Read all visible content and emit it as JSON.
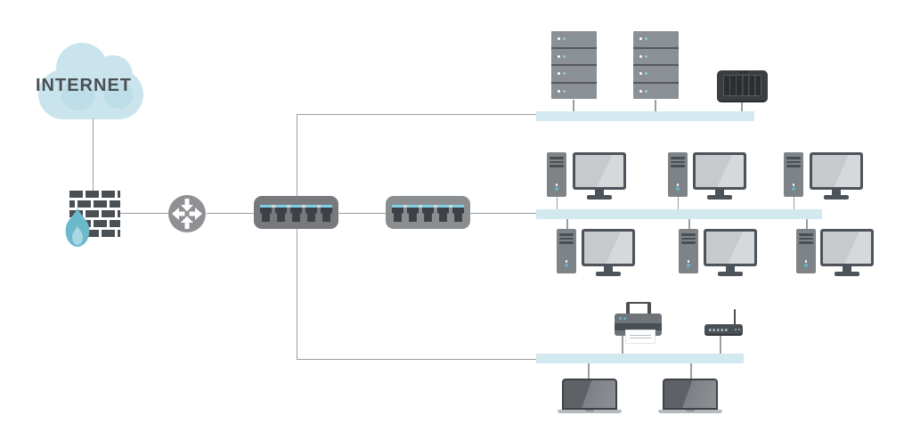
{
  "labels": {
    "internet": "INTERNET"
  },
  "colors": {
    "background": "#ffffff",
    "line": "#9b9ea1",
    "bus": "#d2e9ef",
    "dark": "#4a4f54",
    "cloud": "#c9e4ec",
    "cloud-shade": "#bddde8",
    "flame": "#6cb9cc",
    "flame-inner": "#a7d7e2",
    "router": "#8e9093",
    "switch-body": "#77797c",
    "switch-body-alt": "#8b8e91",
    "port-dark": "#3c4147",
    "port-led": "#7fd0e4",
    "device-gray": "#7e8387",
    "server-gray": "#8b9094",
    "server-gap": "#55595d",
    "monitor-frame": "#4d535a",
    "screen": "#c7cacd",
    "screen-hi": "#d6d9dc",
    "nas-body": "#3b3e41",
    "nas-bay": "#2b2e31",
    "accent-teal": "#62b5c7",
    "laptop-base": "#b5b9bc",
    "printer-body": "#6f7479"
  },
  "diagram": {
    "type": "network-topology",
    "nodes": [
      {
        "id": "internet",
        "type": "cloud",
        "label": "INTERNET"
      },
      {
        "id": "firewall",
        "type": "firewall"
      },
      {
        "id": "router",
        "type": "router"
      },
      {
        "id": "switch-1",
        "type": "switch",
        "ports": 5
      },
      {
        "id": "switch-2",
        "type": "switch",
        "ports": 5
      },
      {
        "id": "server-lan",
        "type": "bus"
      },
      {
        "id": "server-rack-1",
        "type": "server-rack",
        "units": 4
      },
      {
        "id": "server-rack-2",
        "type": "server-rack",
        "units": 4
      },
      {
        "id": "nas",
        "type": "nas",
        "bays": 6
      },
      {
        "id": "workstation-lan",
        "type": "bus"
      },
      {
        "id": "pc-1",
        "type": "desktop"
      },
      {
        "id": "pc-2",
        "type": "desktop"
      },
      {
        "id": "pc-3",
        "type": "desktop"
      },
      {
        "id": "pc-4",
        "type": "desktop"
      },
      {
        "id": "pc-5",
        "type": "desktop"
      },
      {
        "id": "pc-6",
        "type": "desktop"
      },
      {
        "id": "peripheral-lan",
        "type": "bus"
      },
      {
        "id": "printer",
        "type": "printer"
      },
      {
        "id": "access-point",
        "type": "wireless-router"
      },
      {
        "id": "laptop-1",
        "type": "laptop"
      },
      {
        "id": "laptop-2",
        "type": "laptop"
      }
    ],
    "edges": [
      [
        "internet",
        "firewall"
      ],
      [
        "firewall",
        "router"
      ],
      [
        "router",
        "switch-1"
      ],
      [
        "switch-1",
        "switch-2"
      ],
      [
        "switch-1",
        "server-lan"
      ],
      [
        "switch-1",
        "peripheral-lan"
      ],
      [
        "switch-2",
        "workstation-lan"
      ],
      [
        "server-lan",
        "server-rack-1"
      ],
      [
        "server-lan",
        "server-rack-2"
      ],
      [
        "server-lan",
        "nas"
      ],
      [
        "workstation-lan",
        "pc-1"
      ],
      [
        "workstation-lan",
        "pc-2"
      ],
      [
        "workstation-lan",
        "pc-3"
      ],
      [
        "workstation-lan",
        "pc-4"
      ],
      [
        "workstation-lan",
        "pc-5"
      ],
      [
        "workstation-lan",
        "pc-6"
      ],
      [
        "peripheral-lan",
        "printer"
      ],
      [
        "peripheral-lan",
        "access-point"
      ],
      [
        "peripheral-lan",
        "laptop-1"
      ],
      [
        "peripheral-lan",
        "laptop-2"
      ]
    ]
  }
}
